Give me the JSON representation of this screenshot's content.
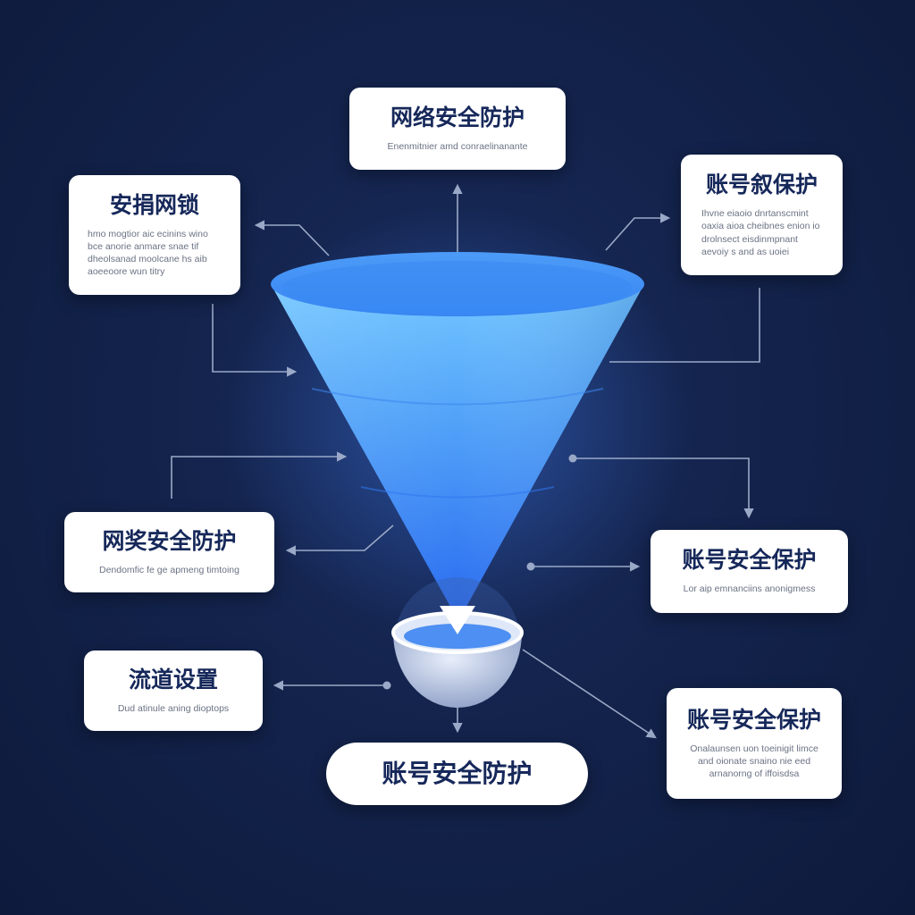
{
  "colors": {
    "background": "#13234c",
    "funnel_light": "#6ec3ff",
    "funnel_dark": "#2a72f0",
    "connector": "#9aa9c7",
    "card_title": "#16285a",
    "card_text": "#6b7284"
  },
  "cards": {
    "top": {
      "title": "网络安全防护",
      "sub": "Enenmitnier amd conraelinanante"
    },
    "topleft": {
      "title": "安捐网锁",
      "sub": "hmo mogtior aic ecinins wino bce anorie anmare snae tif dheolsanad moolcane hs aib aoeeoore wun titry"
    },
    "topright": {
      "title": "账号叙保护",
      "sub": "Ihvne eiaoio dnrtanscmint oaxia aioa cheibnes enion io drolnsect eisdinmpnant aevoiy s and as uoiei"
    },
    "midleft": {
      "title": "网奖安全防护",
      "sub": "Dendomfic fe ge apmeng timtoing"
    },
    "midright": {
      "title": "账号安全保护",
      "sub": "Lor aip emnanciins anonigmess"
    },
    "lowleft": {
      "title": "流道设置",
      "sub": "Dud atinule aning dioptops"
    },
    "lowright": {
      "title": "账号安全保护",
      "sub": "Onalaunsen uon toeinigit limce and oionate snaino nie eed arnanorng of iffoisdsa"
    },
    "bottom": {
      "title": "账号安全防护"
    }
  }
}
